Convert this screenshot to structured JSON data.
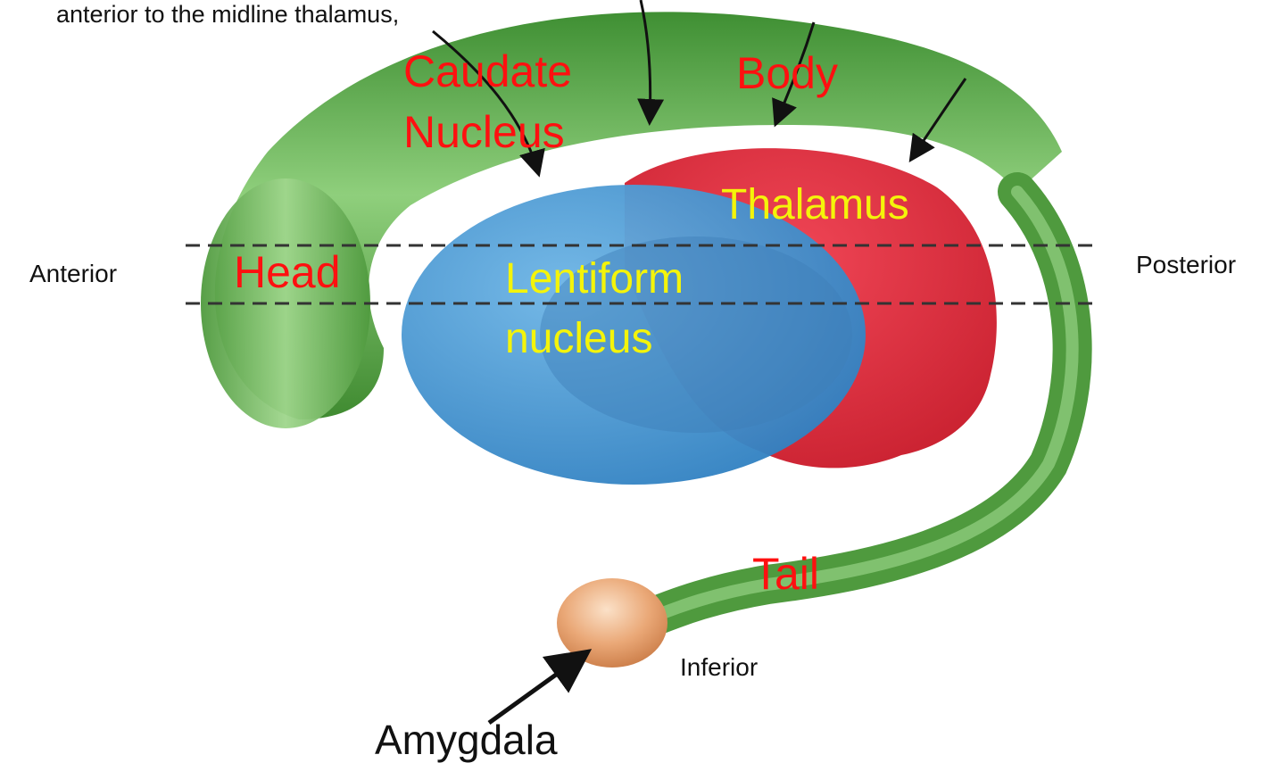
{
  "caption": "anterior to the midline thalamus,",
  "labels": {
    "caudate_line1": "Caudate",
    "caudate_line2": "Nucleus",
    "body": "Body",
    "thalamus": "Thalamus",
    "head": "Head",
    "lentiform_line1": "Lentiform",
    "lentiform_line2": "nucleus",
    "tail": "Tail",
    "amygdala": "Amygdala"
  },
  "directions": {
    "anterior": "Anterior",
    "posterior": "Posterior",
    "inferior": "Inferior"
  },
  "colors": {
    "caudate": "#5ca64a",
    "caudate_light": "#a9d99a",
    "lentiform": "#4a9ad2",
    "thalamus": "#e03546",
    "amygdala": "#e8a56e",
    "structure_label": "#ff1010",
    "inner_label": "#f4f40a",
    "dashed_line": "#333333"
  }
}
